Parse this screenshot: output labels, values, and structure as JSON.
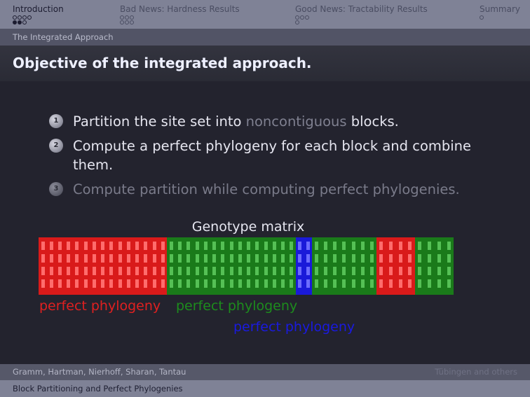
{
  "nav": {
    "sections": [
      {
        "title": "Introduction",
        "active": true,
        "rows": [
          [
            0,
            0,
            0,
            0
          ],
          [
            1,
            1,
            0
          ]
        ]
      },
      {
        "title": "Bad News: Hardness Results",
        "active": false,
        "rows": [
          [
            0,
            0,
            0
          ],
          [
            0,
            0,
            0
          ]
        ]
      },
      {
        "title": "Good News: Tractability Results",
        "active": false,
        "rows": [
          [
            0,
            0,
            0
          ],
          [
            0
          ]
        ]
      },
      {
        "title": "Summary",
        "active": false,
        "rows": [
          [
            0
          ]
        ]
      }
    ]
  },
  "subsection": "The Integrated Approach",
  "frame_title": "Objective of the integrated approach.",
  "list": {
    "item1": {
      "num": "1",
      "pre": "Partition the site set into ",
      "highlight": "noncontiguous",
      "post": " blocks."
    },
    "item2": {
      "num": "2",
      "text": "Compute a perfect phylogeny for each block and combine them."
    },
    "item3": {
      "num": "3",
      "text": "Compute partition while computing perfect phylogenies."
    }
  },
  "matrix": {
    "title": "Genotype matrix",
    "rows": 4,
    "blocks": [
      {
        "color": "#d91a1a",
        "cell": "#ff6c6c",
        "columns": 10
      },
      {
        "color": "#1a7a1a",
        "cell": "#55c055",
        "columns": 10
      },
      {
        "color": "#1a1ad9",
        "cell": "#6c6cff",
        "columns": 1
      },
      {
        "color": "#1a7a1a",
        "cell": "#55c055",
        "columns": 5
      },
      {
        "color": "#d91a1a",
        "cell": "#ff6c6c",
        "columns": 3
      },
      {
        "color": "#1a7a1a",
        "cell": "#55c055",
        "columns": 3
      }
    ],
    "labels": {
      "red": {
        "text": "perfect phylogeny",
        "color": "#e02020"
      },
      "green": {
        "text": "perfect phylogeny",
        "color": "#1d8c1d"
      },
      "blue": {
        "text": "perfect phylogeny",
        "color": "#1a1ae0"
      }
    }
  },
  "footer": {
    "authors": "Gramm, Hartman, Nierhoff, Sharan, Tantau",
    "institute": "Tübingen and others",
    "talk_title": "Block Partitioning and Perfect Phylogenies"
  }
}
